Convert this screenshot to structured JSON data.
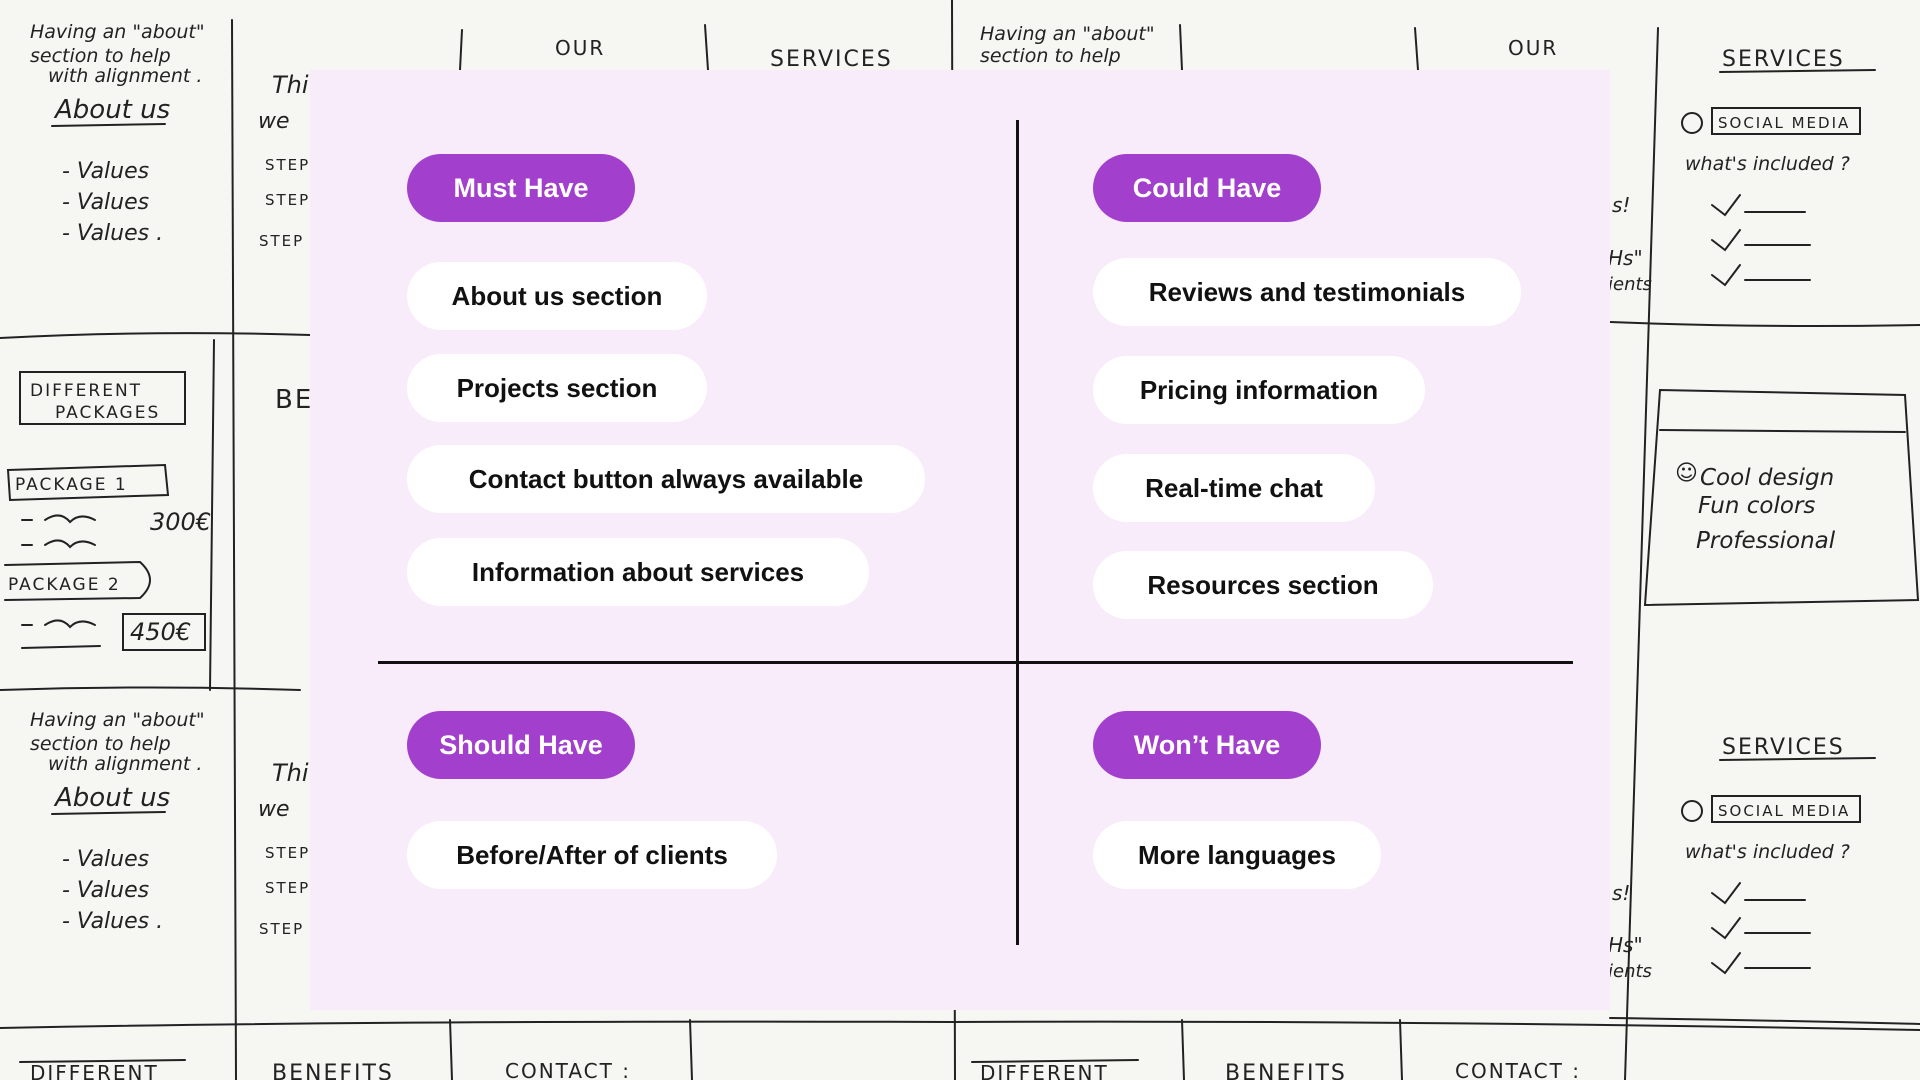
{
  "colors": {
    "panel_background": "#f8ecfa",
    "header_pill": "#a23fcc",
    "header_text": "#ffffff",
    "item_pill": "#ffffff",
    "item_text": "#111111",
    "axis": "#111111"
  },
  "quadrants": {
    "must": {
      "title": "Must Have",
      "items": [
        "About us section",
        "Projects section",
        "Contact button always available",
        "Information about services"
      ]
    },
    "could": {
      "title": "Could Have",
      "items": [
        "Reviews and testimonials",
        "Pricing information",
        "Real-time chat",
        "Resources section"
      ]
    },
    "should": {
      "title": "Should Have",
      "items": [
        "Before/After of clients"
      ]
    },
    "wont": {
      "title": "Won’t Have",
      "items": [
        "More languages"
      ]
    }
  },
  "sketch": {
    "note": "Having an \"about\" section to help with alignment.",
    "about": "About us",
    "values": [
      "- Values",
      "- Values",
      "- Values ."
    ],
    "steps": [
      "STEP",
      "STEP",
      "STEP"
    ],
    "our_projects": "OUR",
    "services": "SERVICES",
    "social_media": "SOCIAL MEDIA",
    "whats_included": "what's included ?",
    "different_packages": [
      "DIFFERENT",
      "PACKAGES"
    ],
    "package_1": "PACKAGE 1",
    "price_1": "300€",
    "package_2": "PACKAGE 2",
    "price_2": "450€",
    "cool_design": "Cool design",
    "fun_colors": "Fun colors",
    "professional": "Professional",
    "contact": "CONTACT :",
    "benefits": "BENEFITS"
  }
}
